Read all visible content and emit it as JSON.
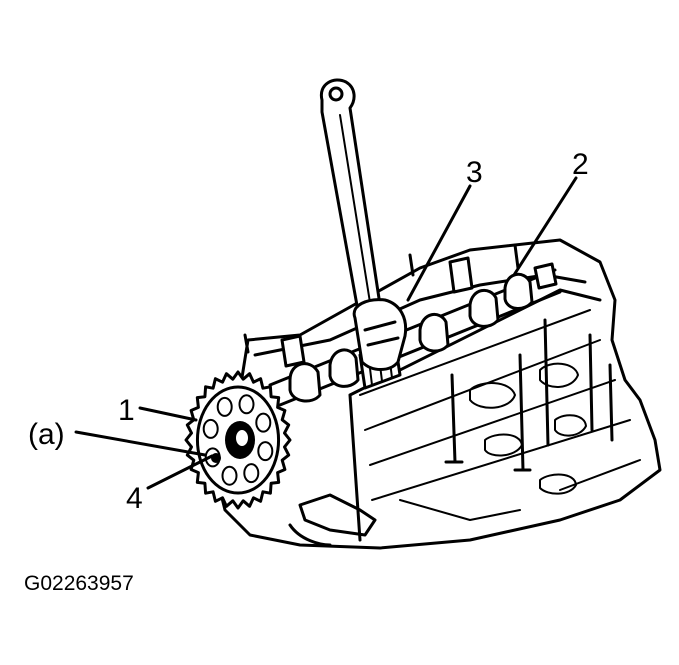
{
  "figure": {
    "labels": {
      "part_1": "1",
      "part_2": "2",
      "part_3": "3",
      "part_4": "4",
      "part_a": "(a)"
    },
    "figure_id": "G02263957"
  },
  "colors": {
    "ink": "#000000",
    "background": "#ffffff"
  }
}
